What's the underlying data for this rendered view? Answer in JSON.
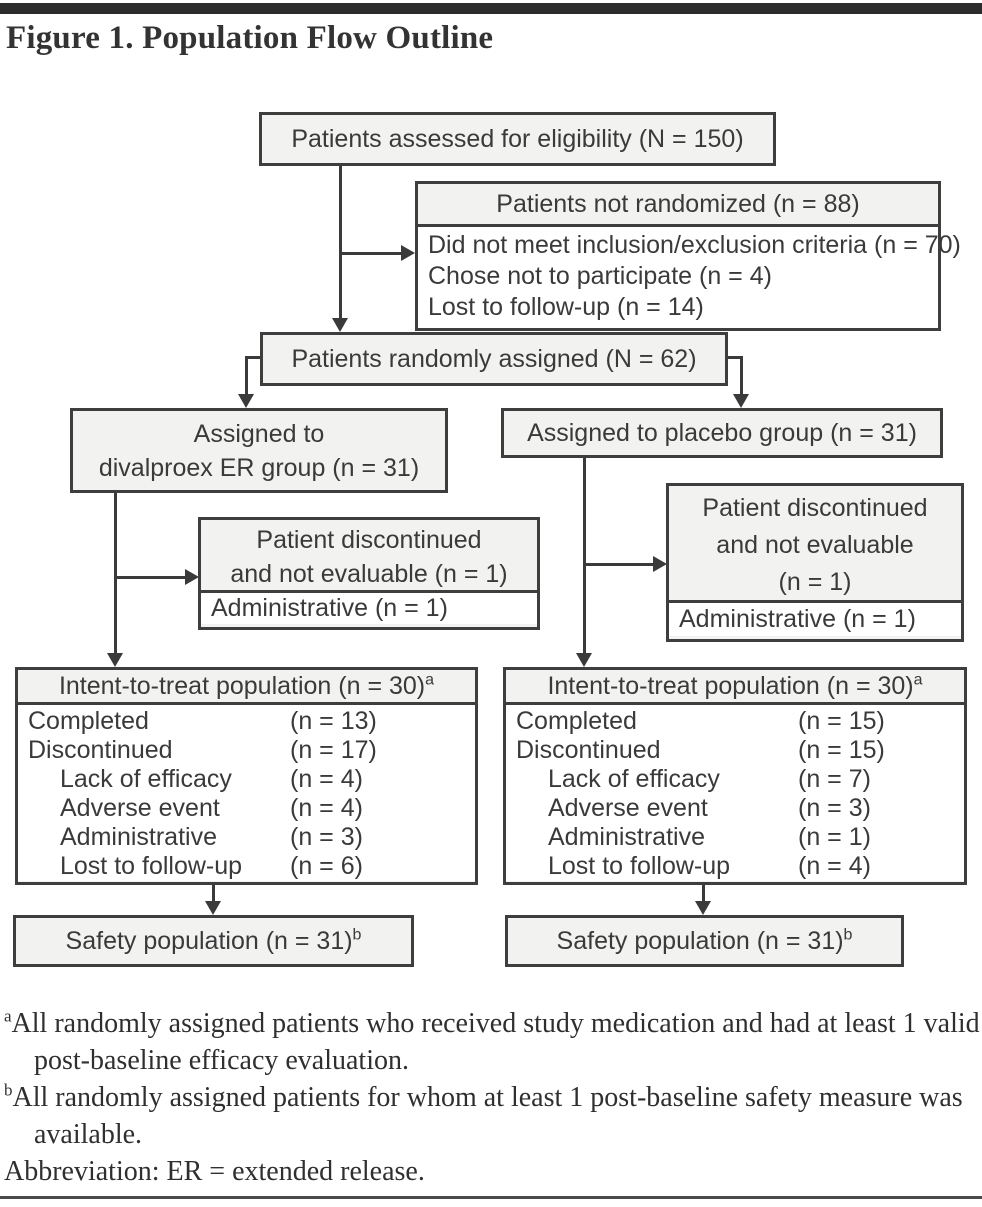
{
  "page": {
    "title": "Figure 1. Population Flow Outline"
  },
  "colors": {
    "box_fill": "#f2f2f1",
    "border": "#3e3e3e",
    "text": "#3a3a3a",
    "top_bar": "#2c2c2c"
  },
  "flow": {
    "assessed": {
      "label": "Patients assessed for eligibility (N = 150)"
    },
    "not_randomized": {
      "header": "Patients not randomized (n = 88)",
      "rows": [
        "Did not meet inclusion/exclusion criteria (n = 70)",
        "Chose not to participate (n = 4)",
        "Lost to follow-up (n = 14)"
      ]
    },
    "randomized": {
      "label": "Patients randomly assigned (N = 62)"
    },
    "arm_left": {
      "line1": "Assigned to",
      "line2": "divalproex ER group (n = 31)"
    },
    "arm_right": {
      "label": "Assigned to placebo group (n = 31)"
    },
    "disc_left": {
      "header_line1": "Patient discontinued",
      "header_line2": "and not evaluable (n = 1)",
      "row": "Administrative (n = 1)"
    },
    "disc_right": {
      "header_line1": "Patient discontinued",
      "header_line2": "and not evaluable",
      "header_line3": "(n = 1)",
      "row": "Administrative (n = 1)"
    },
    "itt_left": {
      "header": "Intent-to-treat population (n = 30)",
      "header_sup": "a",
      "rows": [
        {
          "label": "Completed",
          "value": "(n = 13)"
        },
        {
          "label": "Discontinued",
          "value": "(n = 17)"
        },
        {
          "label": "Lack of efficacy",
          "value": "(n = 4)"
        },
        {
          "label": "Adverse event",
          "value": "(n = 4)"
        },
        {
          "label": "Administrative",
          "value": "(n = 3)"
        },
        {
          "label": "Lost to follow-up",
          "value": "(n = 6)"
        }
      ]
    },
    "itt_right": {
      "header": "Intent-to-treat population (n = 30)",
      "header_sup": "a",
      "rows": [
        {
          "label": "Completed",
          "value": "(n = 15)"
        },
        {
          "label": "Discontinued",
          "value": "(n = 15)"
        },
        {
          "label": "Lack of efficacy",
          "value": "(n = 7)"
        },
        {
          "label": "Adverse event",
          "value": "(n = 3)"
        },
        {
          "label": "Administrative",
          "value": "(n = 1)"
        },
        {
          "label": "Lost to follow-up",
          "value": "(n = 4)"
        }
      ]
    },
    "safety_left": {
      "label": "Safety population (n = 31)",
      "sup": "b"
    },
    "safety_right": {
      "label": "Safety population (n = 31)",
      "sup": "b"
    }
  },
  "footnotes": {
    "a_sup": "a",
    "a_text": "All randomly assigned patients who received study medication and had at least 1 valid post-baseline efficacy evaluation.",
    "b_sup": "b",
    "b_text": "All randomly assigned patients for whom at least 1 post-baseline safety measure was available.",
    "abbreviation": "Abbreviation: ER = extended release."
  }
}
